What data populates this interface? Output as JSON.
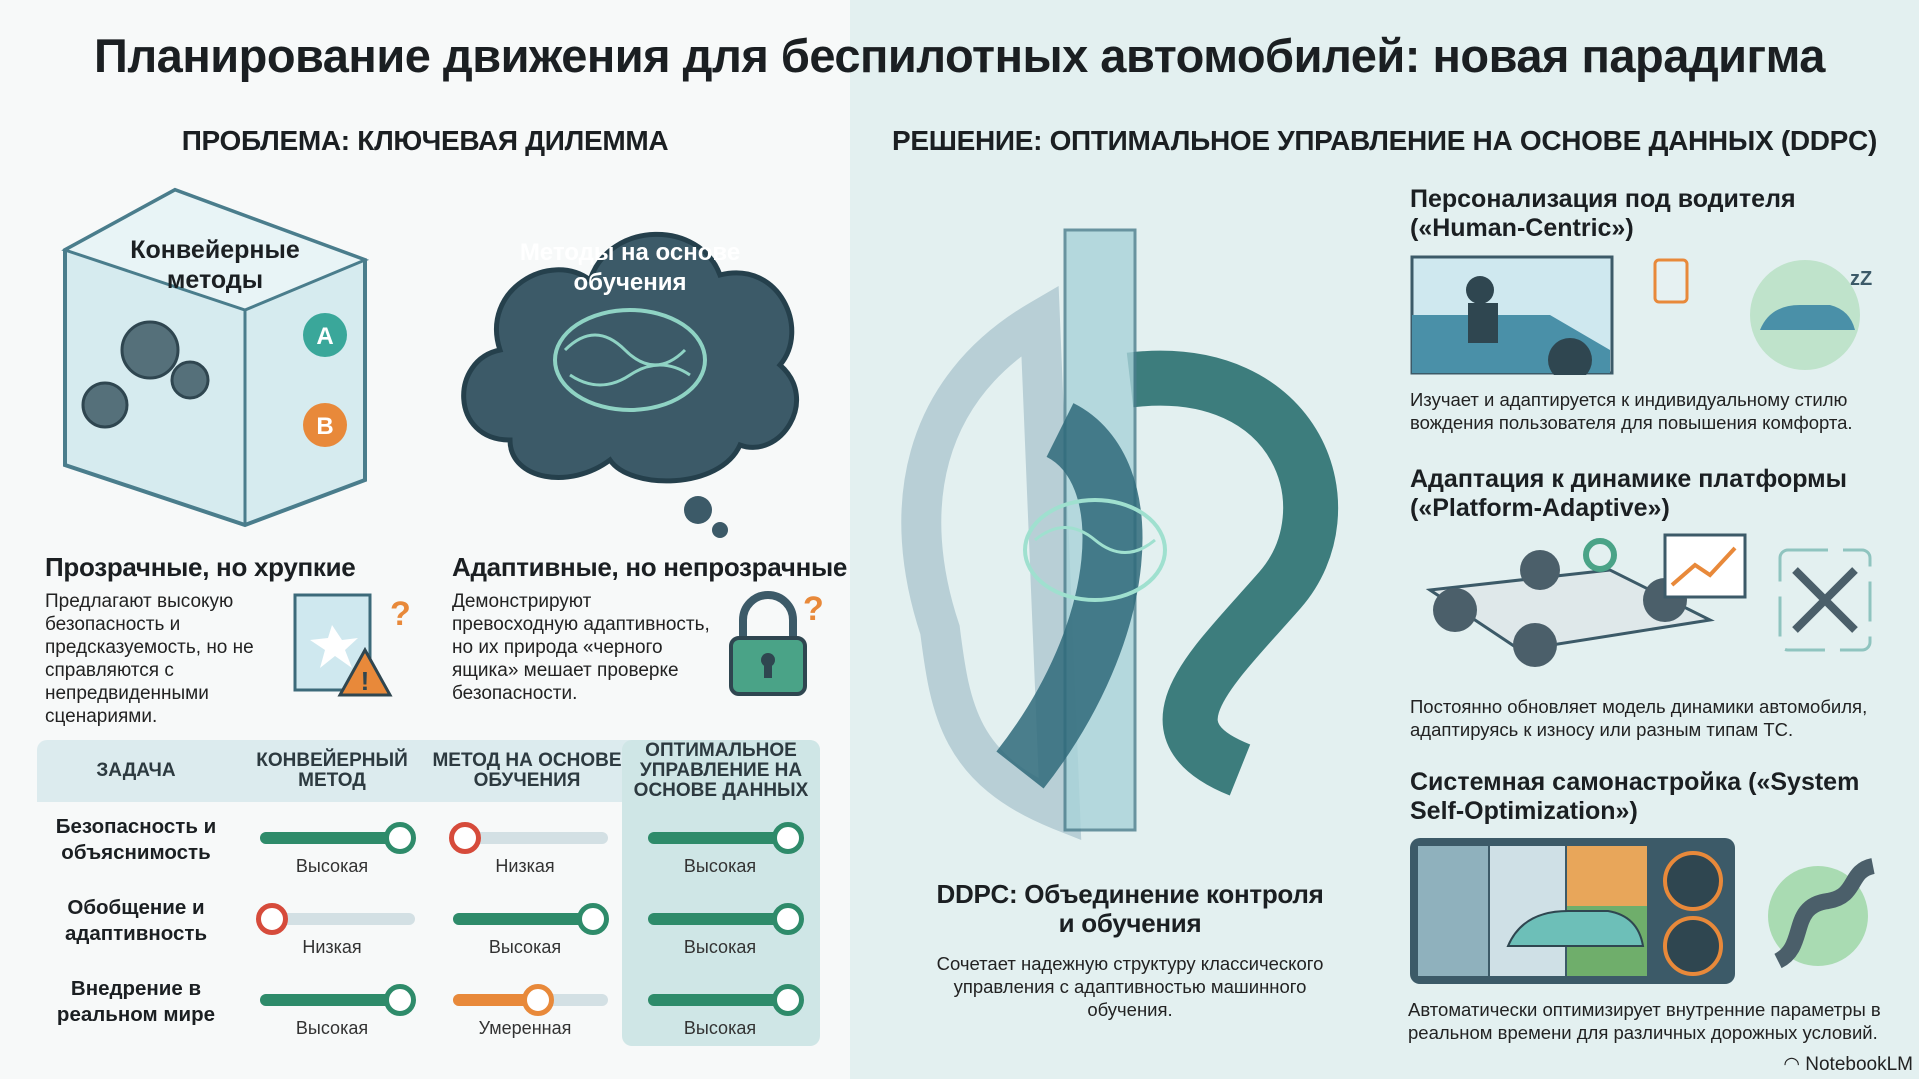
{
  "title": "Планирование движения для беспилотных автомобилей: новая парадигма",
  "problem": {
    "heading": "ПРОБЛЕМА: КЛЮЧЕВАЯ ДИЛЕММА",
    "cube_label": "Конвейерные методы",
    "cube_badges": [
      "A",
      "B"
    ],
    "cloud_label": "Методы на основе обучения",
    "left": {
      "title": "Прозрачные, но хрупкие",
      "text": "Предлагают высокую безопасность и предсказуемость, но не справляются с непредвиденными сценариями."
    },
    "right": {
      "title": "Адаптивные, но непрозрачные",
      "text": "Демонстрируют превосходную адаптивность, но их природа «черного ящика» мешает проверке безопасности."
    }
  },
  "table": {
    "headers": [
      "ЗАДАЧА",
      "КОНВЕЙЕРНЫЙ МЕТОД",
      "МЕТОД НА ОСНОВЕ ОБУЧЕНИЯ",
      "ОПТИМАЛЬНОЕ УПРАВЛЕНИЕ НА ОСНОВЕ ДАННЫХ"
    ],
    "rows": [
      {
        "task": "Безопасность и объяснимость",
        "cells": [
          {
            "label": "Высокая",
            "level": 0.9,
            "color": "#2e8b6a"
          },
          {
            "label": "Низкая",
            "level": 0.08,
            "color": "#d64b3b"
          },
          {
            "label": "Высокая",
            "level": 0.9,
            "color": "#2e8b6a"
          }
        ]
      },
      {
        "task": "Обобщение и адаптивность",
        "cells": [
          {
            "label": "Низкая",
            "level": 0.08,
            "color": "#d64b3b"
          },
          {
            "label": "Высокая",
            "level": 0.9,
            "color": "#2e8b6a"
          },
          {
            "label": "Высокая",
            "level": 0.9,
            "color": "#2e8b6a"
          }
        ]
      },
      {
        "task": "Внедрение в реальном мире",
        "cells": [
          {
            "label": "Высокая",
            "level": 0.9,
            "color": "#2e8b6a"
          },
          {
            "label": "Умеренная",
            "level": 0.55,
            "color": "#e8893a"
          },
          {
            "label": "Высокая",
            "level": 0.9,
            "color": "#2e8b6a"
          }
        ]
      }
    ]
  },
  "solution": {
    "heading": "РЕШЕНИЕ: ОПТИМАЛЬНОЕ УПРАВЛЕНИЕ НА ОСНОВЕ ДАННЫХ (DDPC)",
    "center_title": "DDPC: Объединение контроля и обучения",
    "center_text": "Сочетает надежную структуру классического управления с адаптивностью машинного обучения.",
    "features": [
      {
        "title": "Персонализация под водителя («Human-Centric»)",
        "text": "Изучает и адаптируется к индивидуальному стилю вождения пользователя для повышения комфорта."
      },
      {
        "title": "Адаптация к динамике платформы («Platform-Adaptive»)",
        "text": "Постоянно обновляет модель динамики автомобиля, адаптируясь к износу или разным типам ТС."
      },
      {
        "title": "Системная самонастройка («System Self-Optimization»)",
        "text": "Автоматически оптимизирует внутренние параметры в реальном времени для различных дорожных условий."
      }
    ]
  },
  "watermark": "NotebookLM"
}
